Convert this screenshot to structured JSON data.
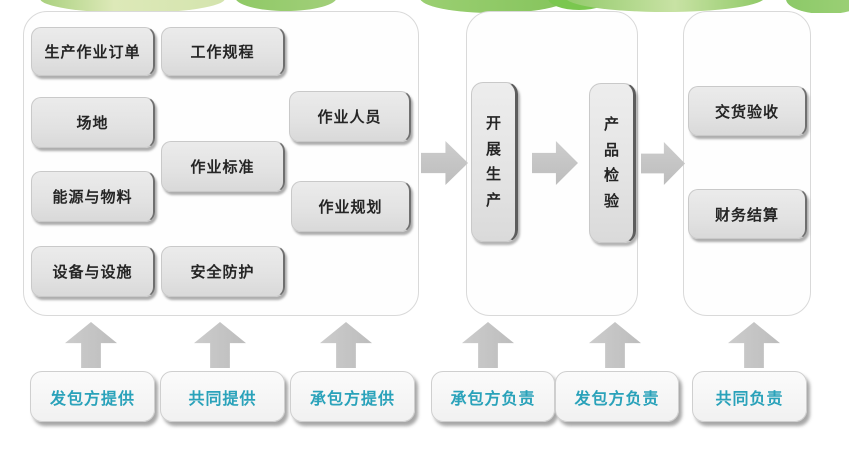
{
  "diagram": {
    "left_panel": {
      "boxes": [
        "生产作业订单",
        "工作规程",
        "场地",
        "作业人员",
        "作业标准",
        "能源与物料",
        "作业规划",
        "设备与设施",
        "安全防护"
      ]
    },
    "process_steps": [
      "开展生产",
      "产品检验"
    ],
    "right_panel": {
      "boxes": [
        "交货验收",
        "财务结算"
      ]
    },
    "legend": [
      "发包方提供",
      "共同提供",
      "承包方提供",
      "承包方负责",
      "发包方负责",
      "共同负责"
    ]
  },
  "colors": {
    "box_fill": "#e4e4e4",
    "box_text": "#252525",
    "legend_text": "#2aa2ba",
    "arrow": "#c5c5c5",
    "container_border": "#d9d9d9",
    "green_accent": "#8fc966",
    "green_pale": "#dde9b8"
  }
}
